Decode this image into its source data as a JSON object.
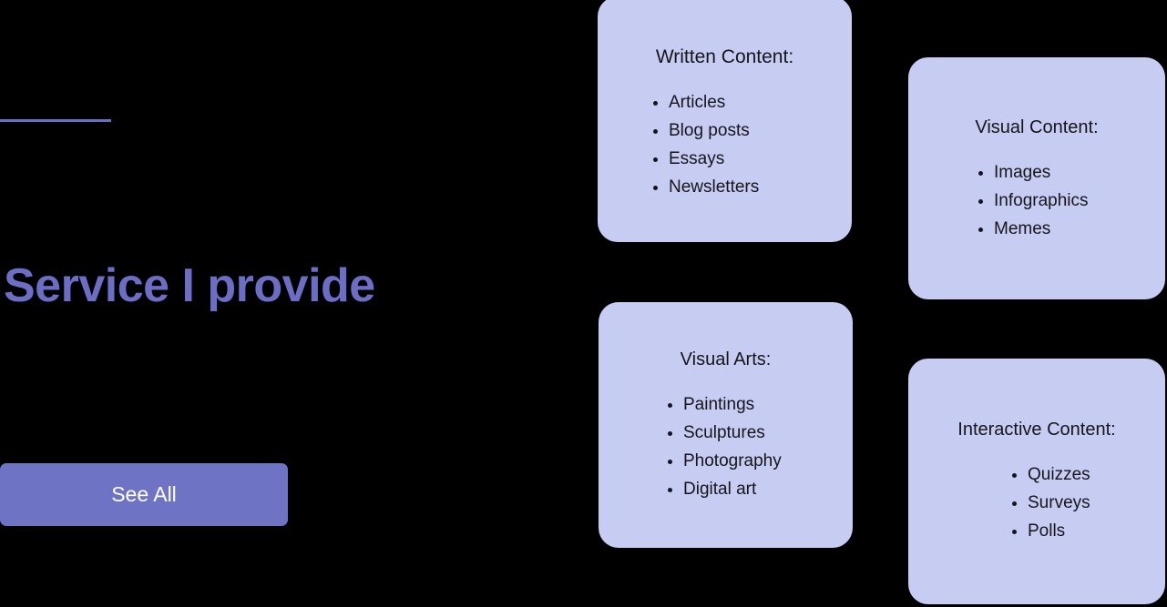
{
  "colors": {
    "background": "#000000",
    "accent": "#6B6EC4",
    "button_fill": "#6E73C4",
    "button_text": "#FFFFFF",
    "card_fill": "#C7CCF3",
    "card_text": "#16161A"
  },
  "hero": {
    "title": "Service I provide",
    "button_label": "See All"
  },
  "cards": [
    {
      "id": "written-content",
      "title": "Written Content:",
      "items": [
        "Articles",
        "Blog posts",
        "Essays",
        "Newsletters"
      ]
    },
    {
      "id": "visual-content",
      "title": "Visual Content:",
      "items": [
        "Images",
        "Infographics",
        "Memes"
      ]
    },
    {
      "id": "visual-arts",
      "title": "Visual Arts:",
      "items": [
        "Paintings",
        "Sculptures",
        "Photography",
        "Digital art"
      ]
    },
    {
      "id": "interactive-content",
      "title": "Interactive Content:",
      "items": [
        "Quizzes",
        "Surveys",
        "Polls"
      ]
    }
  ]
}
